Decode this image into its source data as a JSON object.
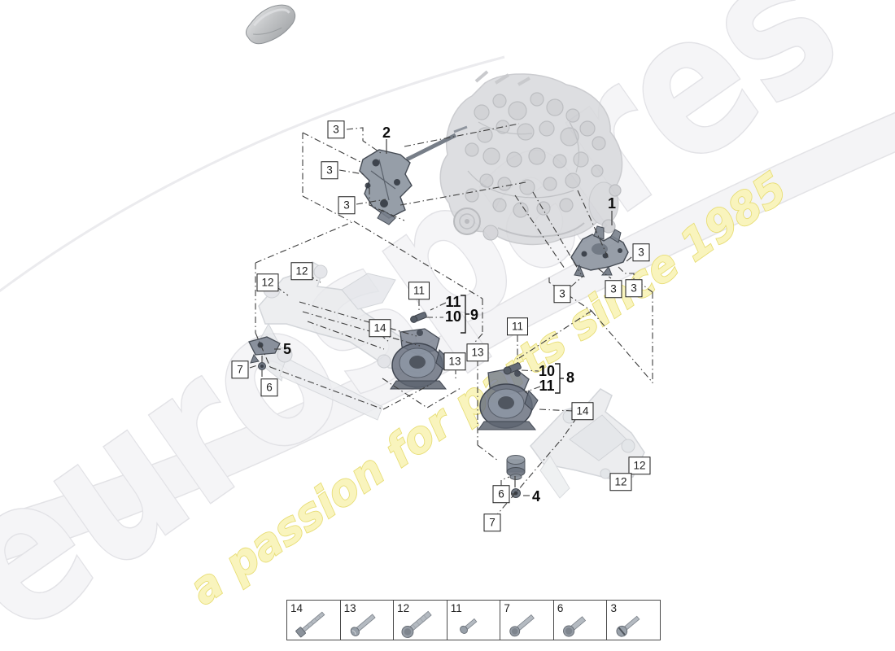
{
  "watermark": {
    "brand": "eurospares",
    "tagline": "a passion for parts since 1985",
    "brand_fill": "#f5f5f7",
    "brand_outline": "#e2e2e6",
    "tagline_fill": "#f9f4bd",
    "tagline_outline": "#e7dd74"
  },
  "colors": {
    "leader_line": "#3d3d3d",
    "callout_border": "#1b1b1b",
    "part_dark": "#5b6375",
    "ghost_gray": "#d8d9dc"
  },
  "callouts": [
    {
      "label": "3"
    },
    {
      "label": "3"
    },
    {
      "label": "3"
    },
    {
      "label": "12"
    },
    {
      "label": "12"
    },
    {
      "label": "11"
    },
    {
      "label": "14"
    },
    {
      "label": "7"
    },
    {
      "label": "6"
    },
    {
      "label": "13"
    },
    {
      "label": "13"
    },
    {
      "label": "11"
    },
    {
      "label": "14"
    },
    {
      "label": "12"
    },
    {
      "label": "12"
    },
    {
      "label": "6"
    },
    {
      "label": "7"
    },
    {
      "label": "3"
    },
    {
      "label": "3"
    },
    {
      "label": "3"
    },
    {
      "label": "3"
    }
  ],
  "part_labels": [
    {
      "label": "2"
    },
    {
      "label": "1"
    },
    {
      "label": "5"
    },
    {
      "label": "11"
    },
    {
      "label": "10"
    },
    {
      "label": "9"
    },
    {
      "label": "10"
    },
    {
      "label": "11"
    },
    {
      "label": "8"
    },
    {
      "label": "4"
    }
  ],
  "legend": {
    "items": [
      {
        "number": "14"
      },
      {
        "number": "13"
      },
      {
        "number": "12"
      },
      {
        "number": "11"
      },
      {
        "number": "7"
      },
      {
        "number": "6"
      },
      {
        "number": "3"
      }
    ]
  }
}
